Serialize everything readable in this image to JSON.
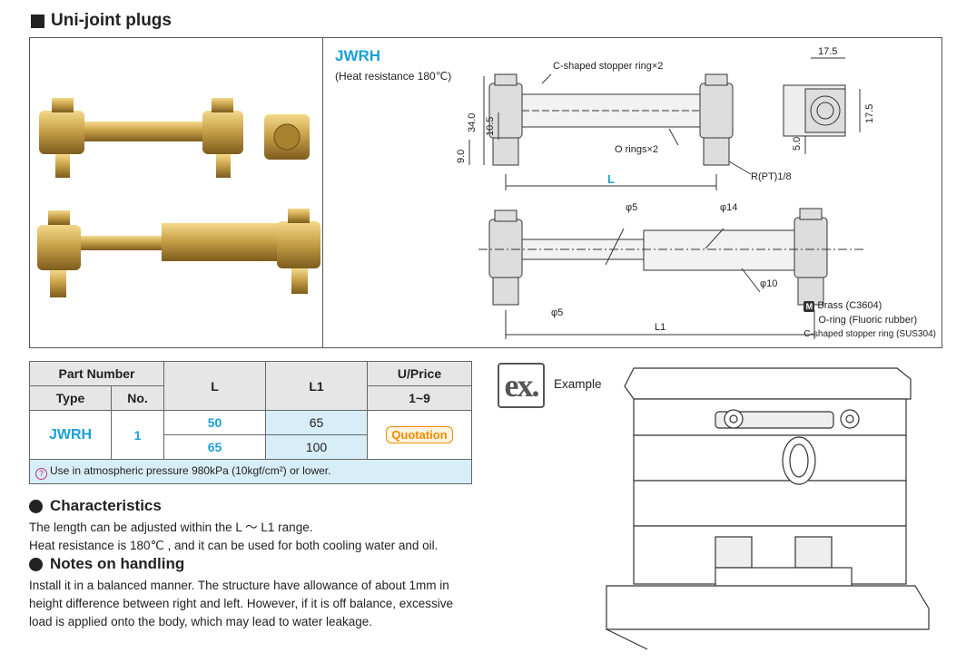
{
  "page": {
    "title": "Uni-joint plugs"
  },
  "product": {
    "name": "JWRH",
    "subtitle": "(Heat resistance 180℃)"
  },
  "drawing": {
    "labels": {
      "stopper_ring": "C-shaped stopper ring×2",
      "o_rings": "O rings×2",
      "thread": "R(PT)1/8",
      "dim_L": "L",
      "dim_L1": "L1",
      "dim_34": "34.0",
      "dim_105": "10.5",
      "dim_90": "9.0",
      "dim_175_top": "17.5",
      "dim_175_side": "17.5",
      "dim_50": "5.0",
      "phi5_top": "φ5",
      "phi14": "φ14",
      "phi10": "φ10",
      "phi5_bottom": "φ5"
    }
  },
  "materials": {
    "line1": "Brass (C3604)",
    "line2": "O-ring (Fluoric rubber)",
    "line3": "C-shaped stopper ring (SUS304)",
    "badge": "M"
  },
  "table": {
    "headers": {
      "part_number": "Part Number",
      "type": "Type",
      "no": "No.",
      "L": "L",
      "L1": "L1",
      "uprice": "U/Price",
      "qty": "1~9"
    },
    "rows": [
      {
        "type": "JWRH",
        "no": "1",
        "L": "50",
        "L1": "65"
      },
      {
        "type": "",
        "no": "",
        "L": "65",
        "L1": "100"
      }
    ],
    "quotation": "Quotation",
    "note": "Use in atmospheric pressure 980kPa (10kgf/cm²) or lower."
  },
  "characteristics": {
    "heading": "Characteristics",
    "line1": "The length can be adjusted within the L ～ L1 range.",
    "line2": "Heat resistance is 180℃ , and it can be used for both cooling water and oil."
  },
  "handling": {
    "heading": "Notes on handling",
    "line1": "Install it in a balanced manner. The structure have allowance of about 1mm in",
    "line2": "height difference between right and left. However, if it is off balance, excessive",
    "line3": "load is applied onto the body, which may lead to water leakage."
  },
  "example": {
    "badge": "ex.",
    "label": "Example"
  },
  "colors": {
    "accent": "#1aa0dc",
    "quotation": "#f08c00",
    "table_highlight": "#d7eef8",
    "brass": "#c9a24a"
  }
}
